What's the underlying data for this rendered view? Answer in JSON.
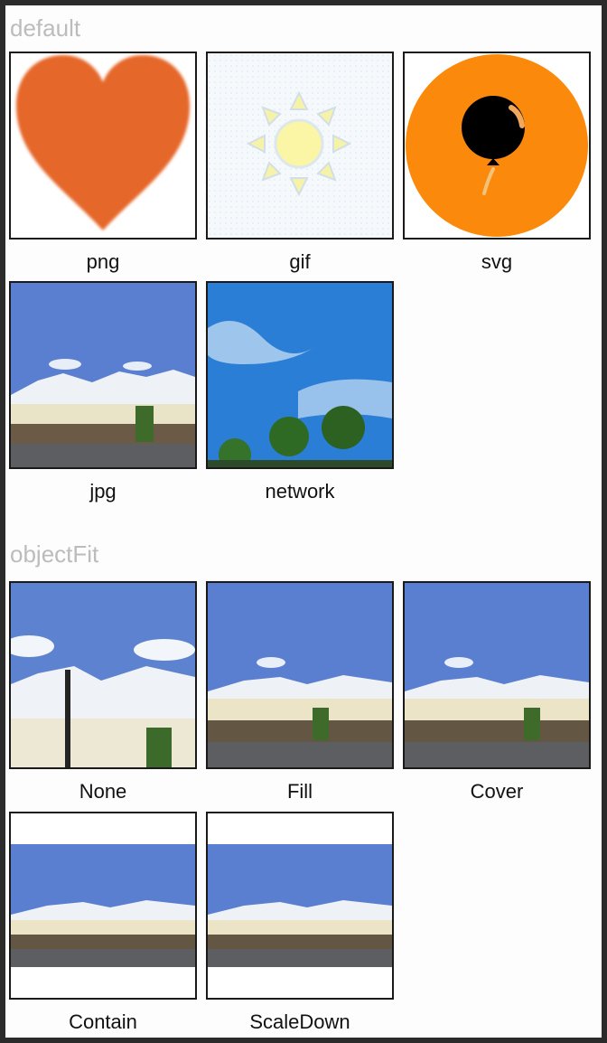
{
  "sections": {
    "default": {
      "title": "default",
      "items": [
        {
          "caption": "png",
          "icon": "heart-icon",
          "color": "#e5672a"
        },
        {
          "caption": "gif",
          "icon": "sun-icon",
          "color": "#f6f3a8"
        },
        {
          "caption": "svg",
          "icon": "balloon-icon",
          "color": "#fb8a0c"
        },
        {
          "caption": "jpg",
          "icon": "mountain-photo"
        },
        {
          "caption": "network",
          "icon": "sky-photo"
        }
      ]
    },
    "objectFit": {
      "title": "objectFit",
      "items": [
        {
          "caption": "None",
          "fit": "none"
        },
        {
          "caption": "Fill",
          "fit": "fill"
        },
        {
          "caption": "Cover",
          "fit": "cover"
        },
        {
          "caption": "Contain",
          "fit": "contain"
        },
        {
          "caption": "ScaleDown",
          "fit": "scale-down"
        }
      ]
    }
  }
}
